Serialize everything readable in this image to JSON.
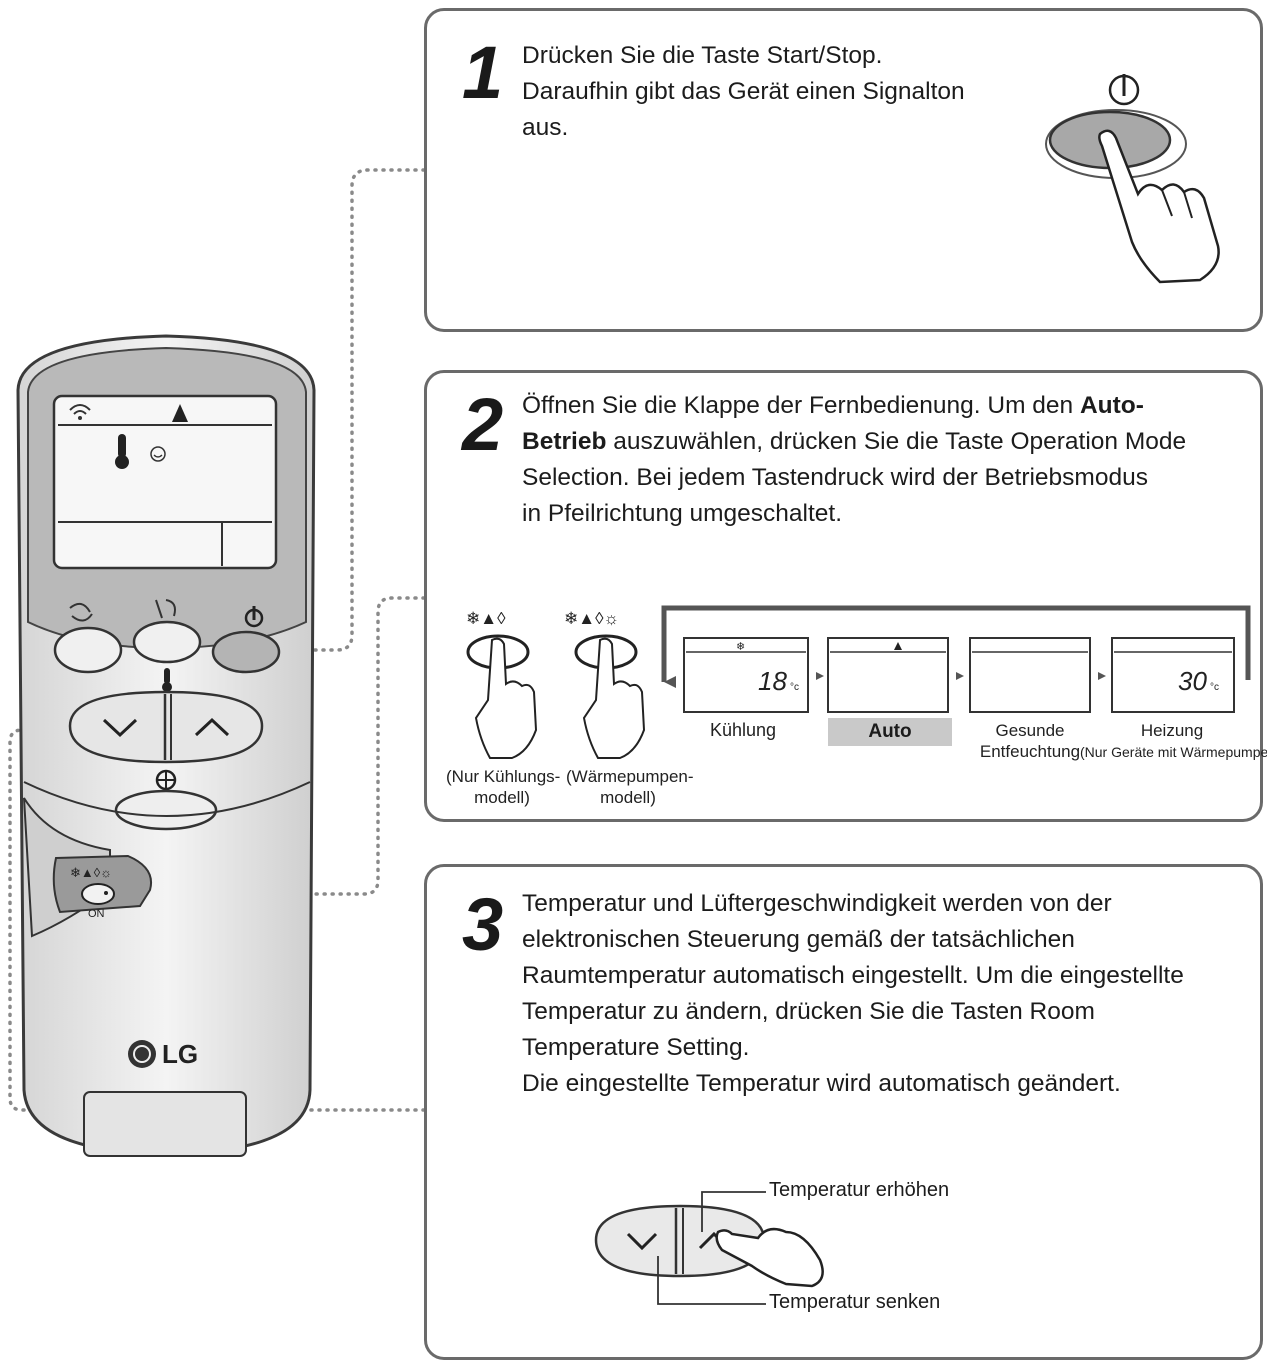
{
  "steps": [
    {
      "number": "1",
      "lines": [
        "Drücken Sie die Taste Start/Stop.",
        "Daraufhin gibt das Gerät einen Signalton",
        "aus."
      ]
    },
    {
      "number": "2",
      "line1_pre": "Öffnen Sie die Klappe der Fernbedienung. Um den ",
      "line1_bold": "Auto-",
      "line2_bold": "Betrieb",
      "line2_post": " auszuwählen, drücken Sie die Taste Operation Mode",
      "line3": "Selection. Bei jedem Tastendruck wird der Betriebsmodus",
      "line4": "in Pfeilrichtung umgeschaltet."
    },
    {
      "number": "3",
      "lines": [
        "Temperatur und Lüftergeschwindigkeit werden von der",
        "elektronischen Steuerung gemäß der tatsächlichen",
        "Raumtemperatur automatisch eingestellt. Um die eingestellte",
        "Temperatur zu ändern, drücken Sie die Tasten Room",
        "Temperature Setting.",
        "Die eingestellte Temperatur wird automatisch geändert."
      ]
    }
  ],
  "remote": {
    "brand": "LG",
    "on_label": "ON"
  },
  "models": {
    "cooling_only": [
      "(Nur Kühlungs-",
      "modell)"
    ],
    "heat_pump": [
      "(Wärmepumpen-",
      "modell)"
    ]
  },
  "modes": {
    "cooling": {
      "label": "Kühlung",
      "temp": "18",
      "unit": "°c"
    },
    "auto": {
      "label": "Auto"
    },
    "dehumid": {
      "label1": "Gesunde",
      "label2": "Entfeuchtung"
    },
    "heating": {
      "label": "Heizung",
      "note": "(Nur Geräte mit Wärmepumpe)",
      "temp": "30",
      "unit": "°c"
    }
  },
  "temperature_callouts": {
    "up": "Temperatur erhöhen",
    "down": "Temperatur senken"
  }
}
